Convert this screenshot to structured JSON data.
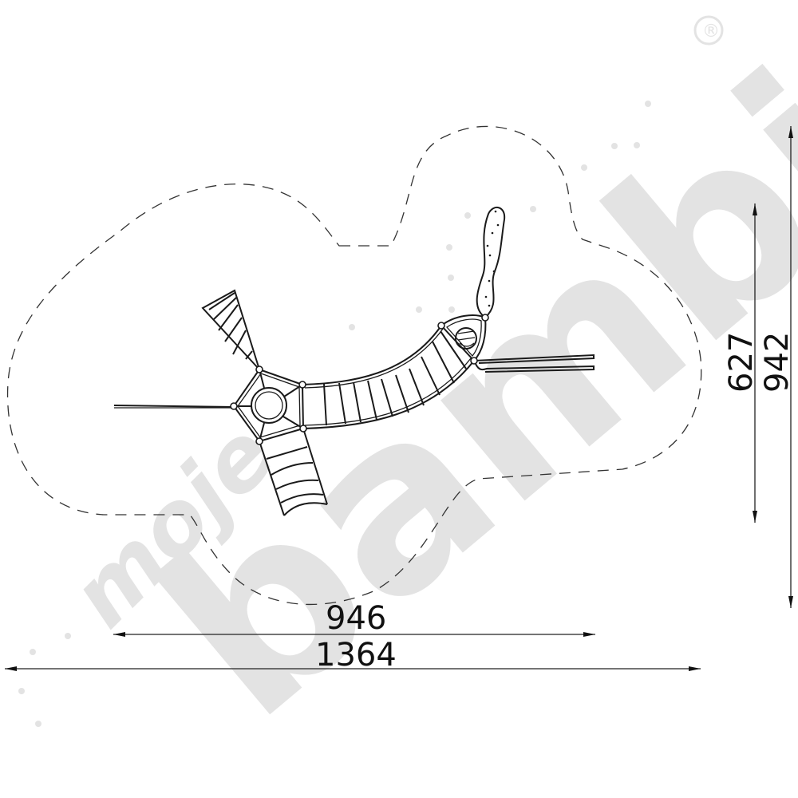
{
  "drawing": {
    "type": "playground equipment top-view plan",
    "units": "cm",
    "dimensions": {
      "device_width": "946",
      "safety_zone_width": "1364",
      "device_depth": "627",
      "safety_zone_depth": "942"
    }
  },
  "components": [
    {
      "name": "central-net-frame",
      "label": "pentagonal frame with central ring"
    },
    {
      "name": "triangular-net-ladder",
      "label": "triangular climbing net"
    },
    {
      "name": "curved-rope-bridge",
      "label": "curved rung bridge"
    },
    {
      "name": "straight-ladder",
      "label": "ladder with curved rungs"
    },
    {
      "name": "hatch-platform",
      "label": "triangular platform with hatch"
    },
    {
      "name": "wavy-climbing-wall",
      "label": "wavy climbing element"
    },
    {
      "name": "double-rail-bars",
      "label": "double horizontal bars"
    },
    {
      "name": "rope-anchor",
      "label": "single rope anchor"
    }
  ],
  "watermark": {
    "text_small": "moje",
    "text_large": "bambino",
    "registered_mark": "®",
    "color": "#e3e3e3"
  },
  "colors": {
    "line": "#1a1a1a",
    "background": "#ffffff"
  }
}
